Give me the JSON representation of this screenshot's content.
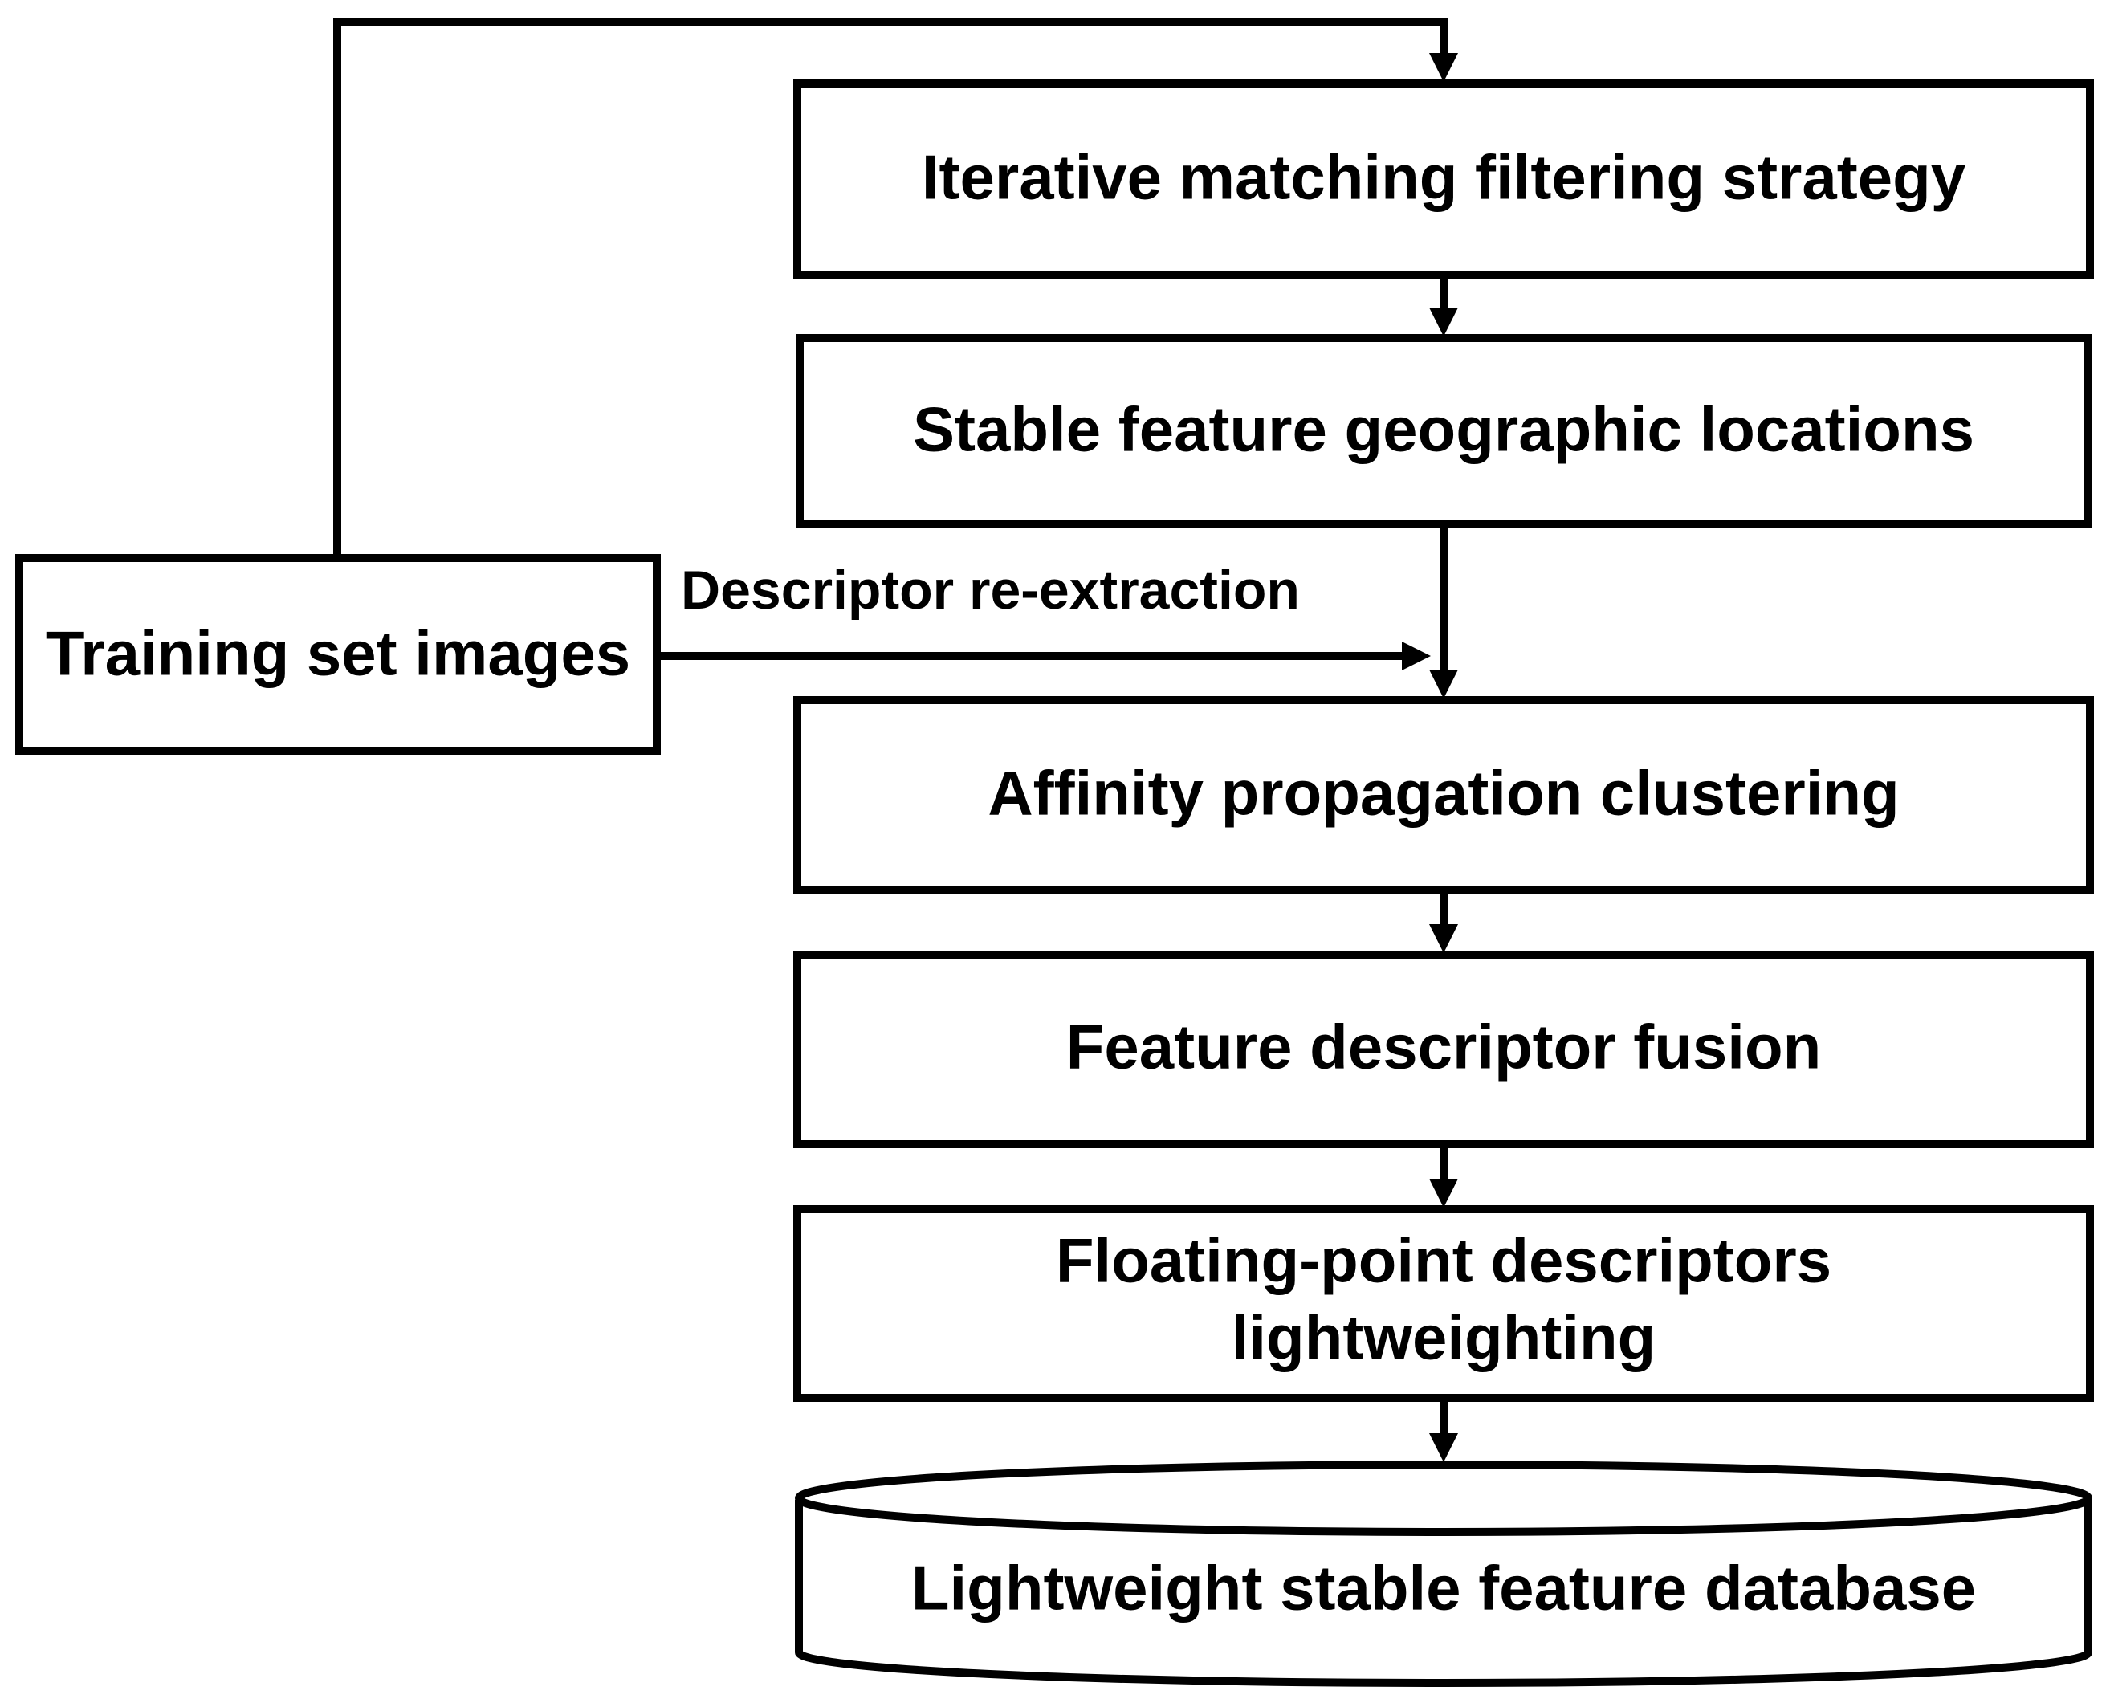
{
  "nodes": {
    "training_set": "Training set images",
    "iterative_matching": "Iterative matching filtering strategy",
    "stable_locations": "Stable feature geographic locations",
    "affinity_clustering": "Affinity propagation clustering",
    "descriptor_fusion": "Feature descriptor fusion",
    "lightweighting_line1": "Floating-point descriptors",
    "lightweighting_line2": "lightweighting",
    "database": "Lightweight stable feature database"
  },
  "edges": {
    "descriptor_reextraction": "Descriptor re-extraction"
  }
}
